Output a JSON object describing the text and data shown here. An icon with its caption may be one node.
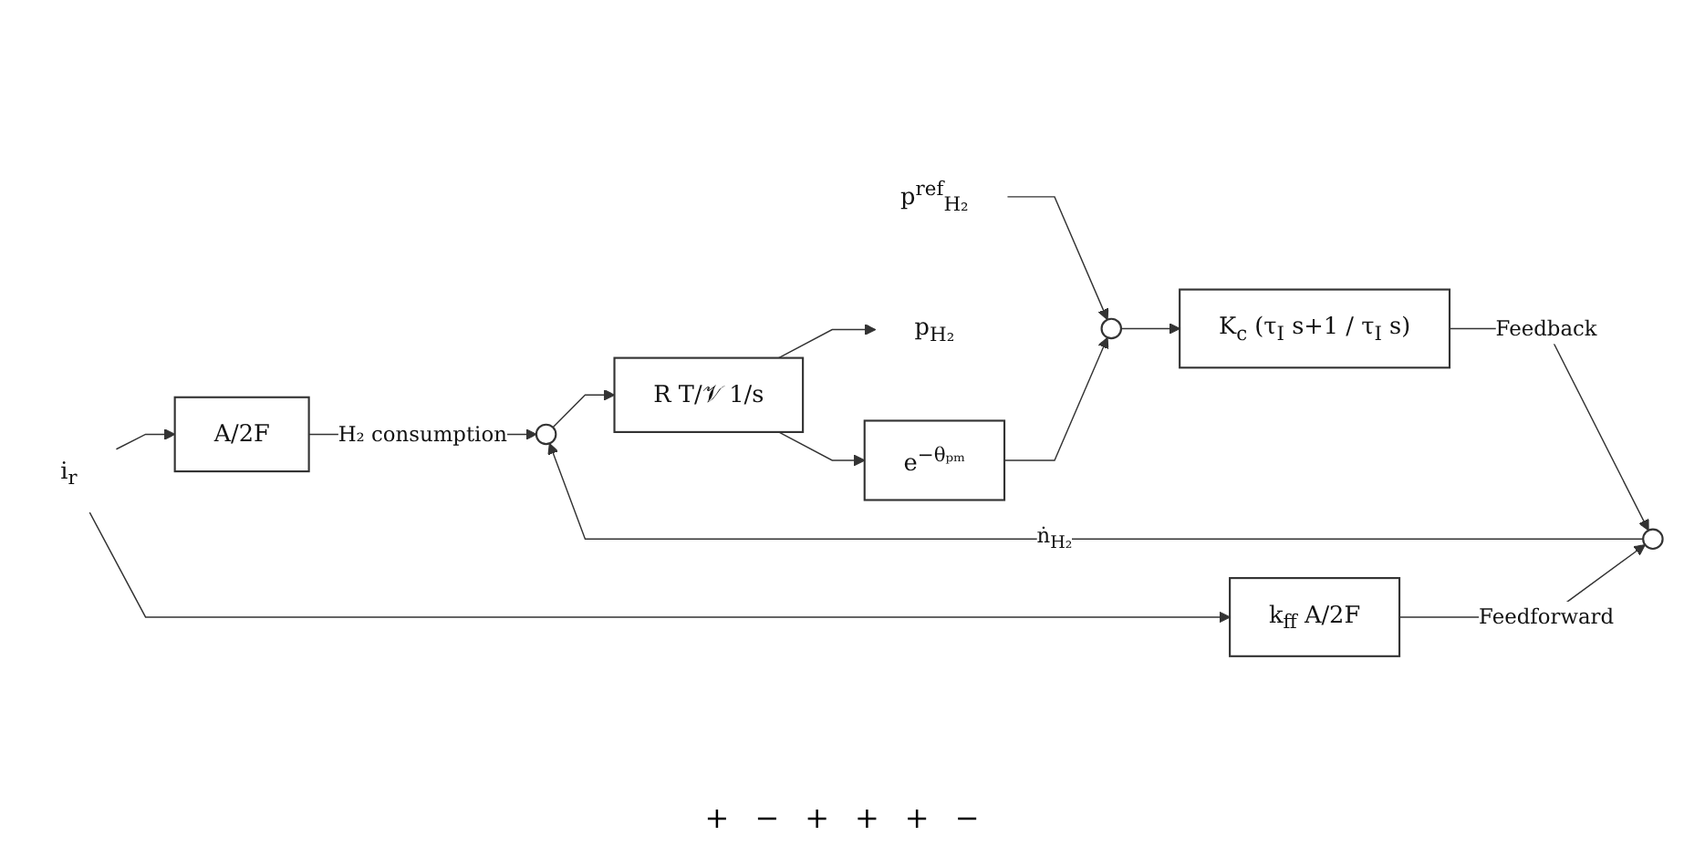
{
  "diagram": {
    "nodes": [
      {
        "text": [
          "i$_{r}$"
        ]
      },
      {
        "text": [
          "A/2F"
        ]
      },
      {
        "text": [
          "k$_{ff}$ A/2F"
        ]
      },
      {
        "text": [
          "p$^{ref}$$_{H₂}$"
        ]
      },
      {
        "text": [],
        "shape": "circle"
      },
      {
        "text": [
          "K$_{c}$ (τ$_{I}$ s+1 / τ$_{I}$ s)"
        ]
      },
      {
        "text": [],
        "shape": "circle"
      },
      {
        "text": [],
        "shape": "circle"
      },
      {
        "text": [
          "R T/𝒱 1/s"
        ]
      },
      {
        "text": [
          "p$_{H₂}$"
        ]
      },
      {
        "text": [
          "e$^{−θₚₘ}$"
        ]
      }
    ],
    "edges": [
      {
        "from": 0,
        "to": 1,
        "arrow": "to"
      },
      {
        "from": 0,
        "to": 2,
        "arrow": "to"
      },
      {
        "from": 3,
        "to": 4,
        "arrow": "to"
      },
      {
        "from": 4,
        "to": 5,
        "arrow": "to"
      },
      {
        "from": 5,
        "to": 6,
        "arrow": "to",
        "label": "Feedback"
      },
      {
        "from": 2,
        "to": 6,
        "arrow": "to",
        "label": "Feedforward"
      },
      {
        "from": 1,
        "to": 7,
        "arrow": "to",
        "label": "H₂ consumption"
      },
      {
        "from": 6,
        "to": 7,
        "arrow": "to",
        "label": "ṅ$_{H₂}$"
      },
      {
        "from": 7,
        "to": 8,
        "arrow": "to"
      },
      {
        "from": 8,
        "to": 9,
        "arrow": "to"
      },
      {
        "from": 8,
        "to": 10,
        "arrow": "to"
      },
      {
        "from": 10,
        "to": 4,
        "arrow": "to"
      }
    ],
    "labels": [
      "+",
      "−",
      "+",
      "+",
      "+",
      "−"
    ]
  }
}
